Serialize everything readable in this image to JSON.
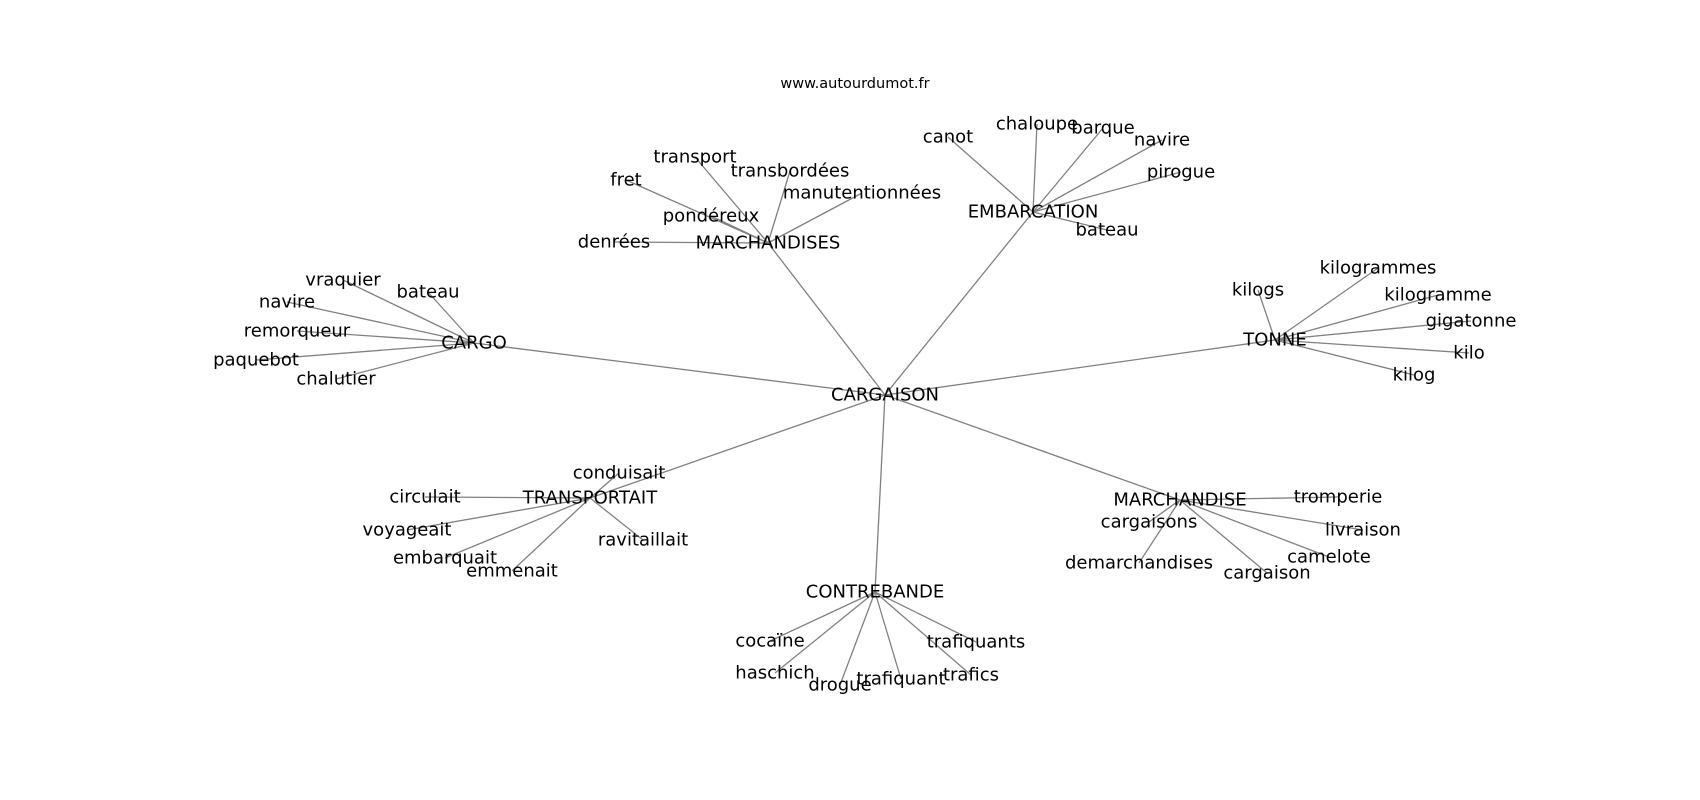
{
  "source": "www.autourdumot.fr",
  "root": "CARGAISON",
  "hubs": [
    {
      "label": "CARGO",
      "children": [
        "vraquier",
        "bateau",
        "navire",
        "remorqueur",
        "paquebot",
        "chalutier"
      ]
    },
    {
      "label": "MARCHANDISES",
      "children": [
        "transport",
        "transbordées",
        "fret",
        "manutentionnées",
        "pondéreux",
        "denrées"
      ]
    },
    {
      "label": "EMBARCATION",
      "children": [
        "chaloupe",
        "barque",
        "canot",
        "navire",
        "pirogue",
        "bateau"
      ]
    },
    {
      "label": "TONNE",
      "children": [
        "kilogrammes",
        "kilogramme",
        "kilogs",
        "gigatonne",
        "kilo",
        "kilog"
      ]
    },
    {
      "label": "TRANSPORTAIT",
      "children": [
        "conduisait",
        "circulait",
        "voyageait",
        "embarquait",
        "emmenait",
        "ravitaillait"
      ]
    },
    {
      "label": "CONTREBANDE",
      "children": [
        "cocaïne",
        "trafiquants",
        "haschich",
        "drogue",
        "trafiquant",
        "trafics"
      ]
    },
    {
      "label": "MARCHANDISE",
      "children": [
        "tromperie",
        "cargaisons",
        "livraison",
        "camelote",
        "demarchandises",
        "cargaison"
      ]
    }
  ]
}
